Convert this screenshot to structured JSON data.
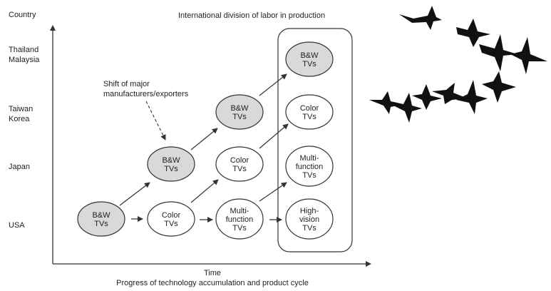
{
  "diagram": {
    "y_axis_label": "Country",
    "x_axis_label": "Time",
    "x_axis_caption": "Progress of technology accumulation and product cycle",
    "top_title": "International division of labor in production",
    "annotation": [
      "Shift of major",
      "manufacturers/exporters"
    ],
    "countries": [
      [
        "Thailand",
        "Malaysia"
      ],
      [
        "Taiwan",
        "Korea"
      ],
      [
        "Japan"
      ],
      [
        "USA"
      ]
    ],
    "nodes": [
      {
        "id": "bw-usa",
        "lines": [
          "B&W",
          "TVs"
        ],
        "shaded": true
      },
      {
        "id": "bw-japan",
        "lines": [
          "B&W",
          "TVs"
        ],
        "shaded": true
      },
      {
        "id": "bw-taiwan",
        "lines": [
          "B&W",
          "TVs"
        ],
        "shaded": true
      },
      {
        "id": "bw-thailand",
        "lines": [
          "B&W",
          "TVs"
        ],
        "shaded": true
      },
      {
        "id": "color-usa",
        "lines": [
          "Color",
          "TVs"
        ],
        "shaded": false
      },
      {
        "id": "color-japan",
        "lines": [
          "Color",
          "TVs"
        ],
        "shaded": false
      },
      {
        "id": "color-taiwan",
        "lines": [
          "Color",
          "TVs"
        ],
        "shaded": false
      },
      {
        "id": "multi-usa",
        "lines": [
          "Multi-",
          "function",
          "TVs"
        ],
        "shaded": false
      },
      {
        "id": "multi-japan",
        "lines": [
          "Multi-",
          "function",
          "TVs"
        ],
        "shaded": false
      },
      {
        "id": "hv-usa",
        "lines": [
          "High-",
          "vision",
          "TVs"
        ],
        "shaded": false
      }
    ],
    "colors": {
      "shaded": "#d9d9d9",
      "stroke": "#333333",
      "birds": "#111111"
    }
  }
}
